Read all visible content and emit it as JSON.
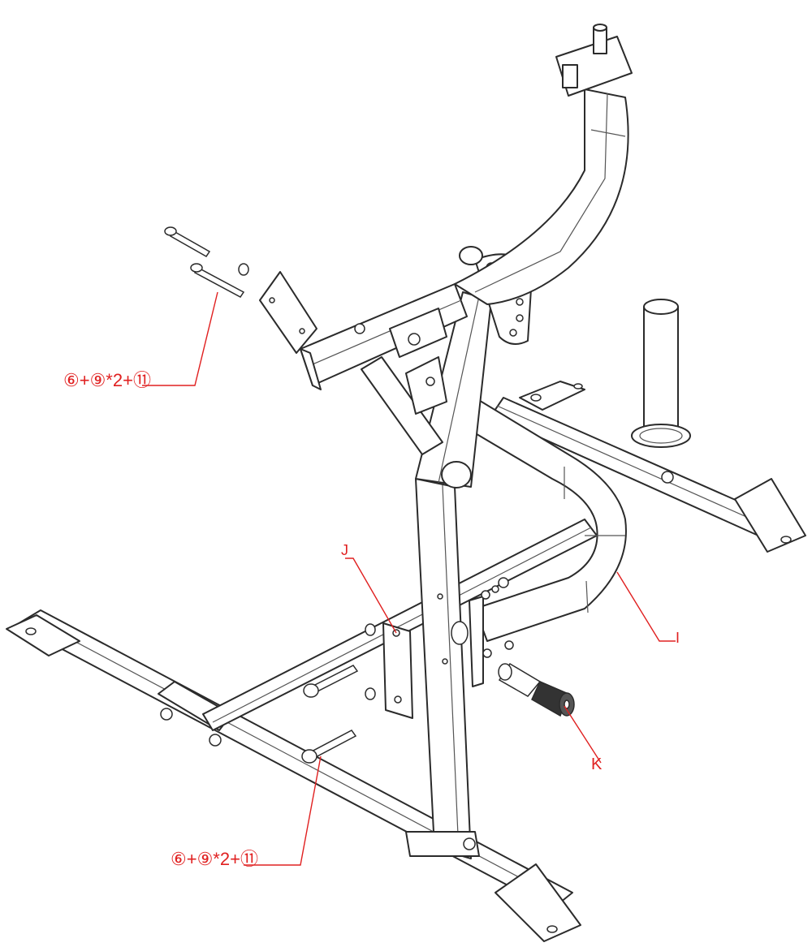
{
  "labels": {
    "upper_fastener": "⑥+⑨*2+⑪",
    "lower_fastener": "⑥+⑨*2+⑪",
    "part_j": "J",
    "part_i": "I",
    "part_k": "K"
  },
  "colors": {
    "leader": "#e02020",
    "linework": "#2b2b2b",
    "background": "#ffffff"
  }
}
